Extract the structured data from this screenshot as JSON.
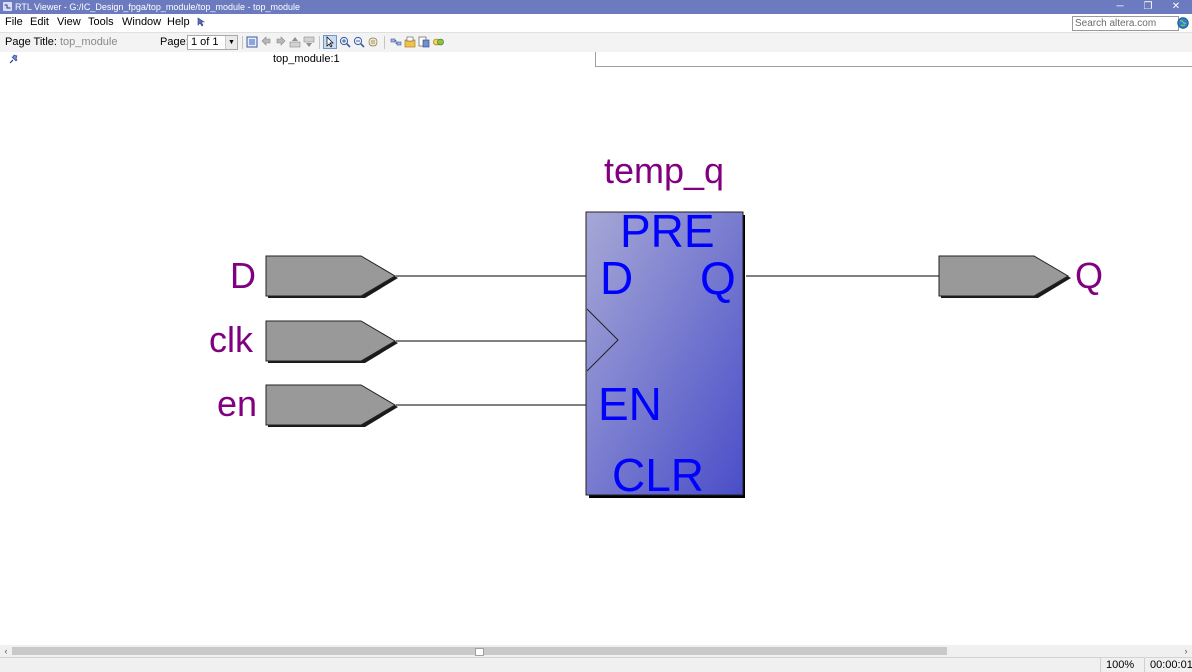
{
  "window": {
    "title": "RTL Viewer - G:/IC_Design_fpga/top_module/top_module - top_module",
    "controls": {
      "minimize": "─",
      "restore": "❐",
      "close": "✕"
    }
  },
  "menu": {
    "items": [
      "File",
      "Edit",
      "View",
      "Tools",
      "Window",
      "Help"
    ],
    "help_icon": "help-pointer-icon"
  },
  "search": {
    "placeholder": "Search altera.com",
    "icon": "globe-icon"
  },
  "toolbar": {
    "page_title_label": "Page Title:",
    "page_title_value": "top_module",
    "page_label": "Page:",
    "page_value": "1 of 1",
    "dropdown_glyph": "▼",
    "icons": [
      "netlist-navigator-icon",
      "back-icon",
      "forward-icon",
      "hierarchy-up-icon",
      "hierarchy-down-icon",
      "selection-tool-icon",
      "zoom-tool-icon",
      "zoom-out-icon",
      "fit-in-window-icon",
      "filter-icon",
      "open-netlist-icon",
      "properties-icon",
      "find-icon"
    ]
  },
  "tab": {
    "label": "top_module:1",
    "pin_icon": "pin-icon"
  },
  "schematic": {
    "inputs": [
      "D",
      "clk",
      "en"
    ],
    "output": "Q",
    "register": {
      "name": "temp_q",
      "ports_partial": {
        "pre": "PRE",
        "d": "D",
        "q": "Q",
        "en": "EN",
        "clr": "CLR"
      }
    },
    "colors": {
      "label": "#800080",
      "port_fill": "#999999",
      "register_fill_top": "#a6a8d6",
      "register_fill_bottom": "#4a4ec8",
      "register_text": "#0000ff",
      "wire": "#000000"
    }
  },
  "status": {
    "zoom": "100%",
    "time": "00:00:01"
  }
}
